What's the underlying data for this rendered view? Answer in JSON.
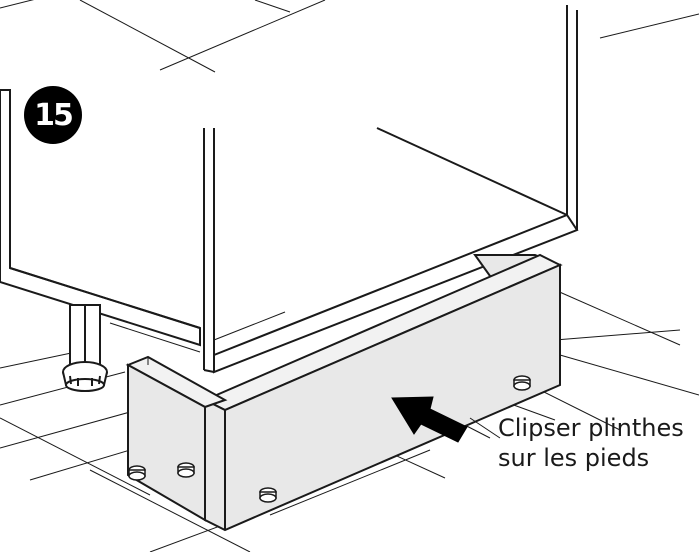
{
  "step": {
    "number": "15"
  },
  "caption": {
    "line1": "Clipser plinthes",
    "line2": "sur les pieds"
  },
  "colors": {
    "line": "#1a1a1a",
    "plinth_fill": "#e8e8e8",
    "arrow": "#000000",
    "badge_bg": "#000000",
    "badge_text": "#ffffff"
  },
  "icons": {
    "instruction_arrow": "arrow-icon",
    "adjustable_foot": "cabinet-foot-icon",
    "foot_nut": "hex-nut-icon"
  }
}
